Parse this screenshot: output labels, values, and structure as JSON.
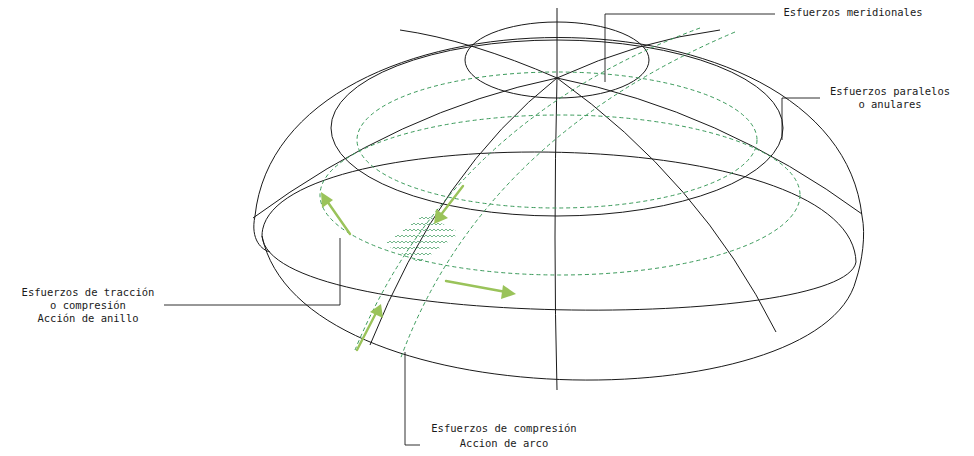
{
  "diagram": {
    "labels": [
      "Esfuerzos meridionales",
      "Esfuerzos paralelos o anulares",
      "Esfuerzos de tracción o compresión",
      "Acción de anillo",
      "Esfuerzos de compresión",
      "Accion de arco"
    ]
  }
}
